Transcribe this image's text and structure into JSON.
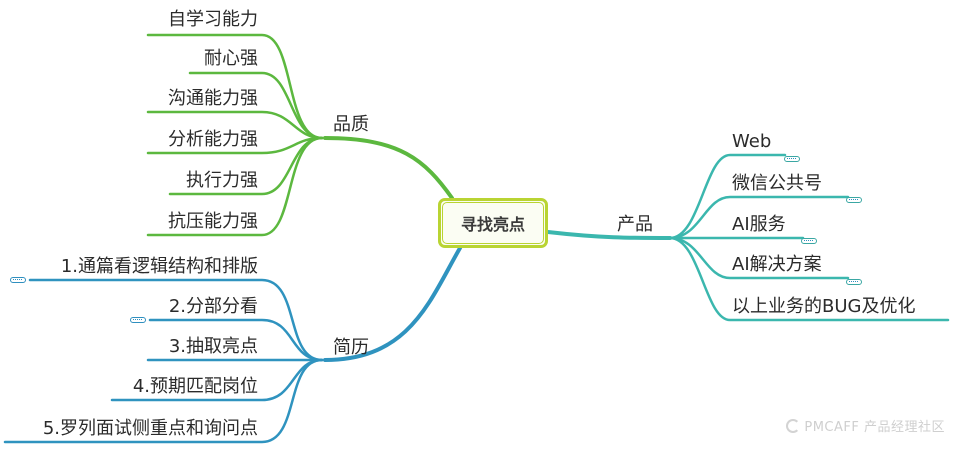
{
  "center": {
    "label": "寻找亮点"
  },
  "branches": {
    "quality": {
      "label": "品质",
      "children": [
        "自学习能力",
        "耐心强",
        "沟通能力强",
        "分析能力强",
        "执行力强",
        "抗压能力强"
      ]
    },
    "resume": {
      "label": "简历",
      "children": [
        "1.通篇看逻辑结构和排版",
        "2.分部分看",
        "3.抽取亮点",
        "4.预期匹配岗位",
        "5.罗列面试侧重点和询问点"
      ]
    },
    "product": {
      "label": "产品",
      "children": [
        "Web",
        "微信公共号",
        "AI服务",
        "AI解决方案",
        "以上业务的BUG及优化"
      ]
    }
  },
  "colors": {
    "quality": "#5cb83f",
    "resume": "#2f93bf",
    "product": "#3bb7ae",
    "center_border": "#b9d433"
  },
  "watermark": {
    "text": "PMCAFF 产品经理社区",
    "icon": "pmcaff-logo-icon"
  }
}
